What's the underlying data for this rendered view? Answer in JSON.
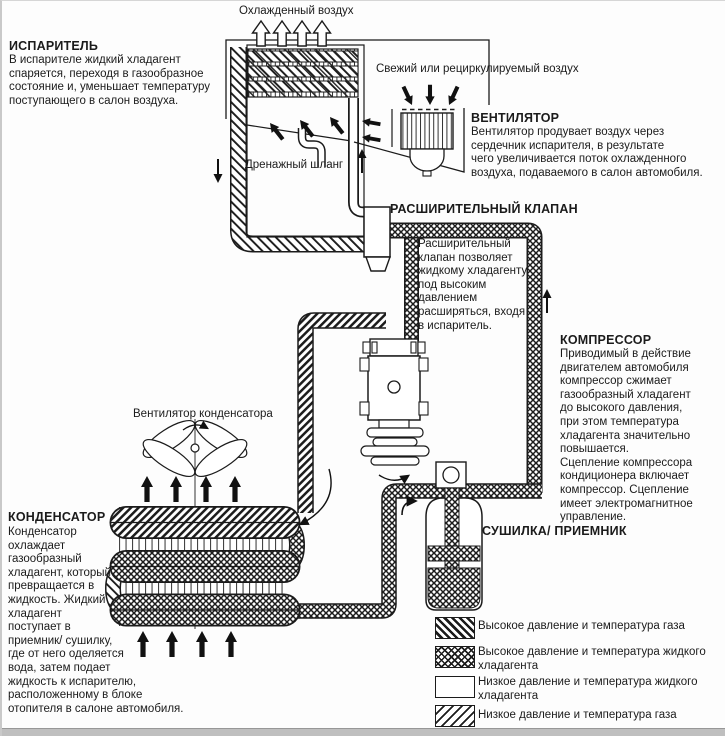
{
  "diagram": {
    "labels": {
      "cooled_air": "Охлажденный воздух",
      "fresh_air": "Свежий или рециркулируемый воздух",
      "drain_hose": "Дренажный шланг",
      "condenser_fan": "Вентилятор конденсатора"
    },
    "sections": {
      "evaporator": {
        "title": "ИСПАРИТЕЛЬ",
        "body": "В испарителе жидкий хладагент\nспаряется, переходя в газообразное\nсостояние и, уменьшает температуру\nпоступающего в салон воздуха."
      },
      "fan": {
        "title": "ВЕНТИЛЯТОР",
        "body": "Вентилятор продувает воздух через\nсердечник испарителя, в результате\nчего увеличивается поток охлажденного\nвоздуха, подаваемого в салон автомобиля."
      },
      "expansion_valve": {
        "title": "РАСШИРИТЕЛЬНЫЙ КЛАПАН",
        "body": "Расширительный\nклапан позволяет\nжидкому хладагенту\nпод высоким\nдавлением\nрасширяться, входя\nв испаритель."
      },
      "compressor": {
        "title": "КОМПРЕССОР",
        "body": "Приводимый в действие\nдвигателем автомобиля\nкомпрессор сжимает\nгазообразный хладагент\nдо высокого давления,\nпри этом температура\nхладагента значительно\nповышается.\nСцепление компрессора\nкондиционера включает\nкомпрессор. Сцепление\nимеет электромагнитное\nуправление."
      },
      "condenser": {
        "title": "КОНДЕНСАТОР",
        "body": "Конденсатор\nохлаждает\nгазообразный\nхладагент, который\nпревращается в\nжидкость. Жидкий\nхладагент\nпоступает в\nприемник/ сушилку,\nгде от него оделяется\nвода, затем подает\nжидкость к испарителю,\nрасположенному в блоке\nотопителя в салоне автомобиля."
      },
      "dryer": {
        "title": "СУШИЛКА/ ПРИЕМНИК"
      }
    },
    "legend": {
      "items": [
        {
          "pattern": "diagonal-backslash",
          "label": "Высокое давление и температура газа"
        },
        {
          "pattern": "crosshatch",
          "label": "Высокое давление и температура жидкого\nхладагента"
        },
        {
          "pattern": "none",
          "label": "Низкое давление и температура жидкого\nхладагента"
        },
        {
          "pattern": "diagonal-slash",
          "label": "Низкое давление и температура газа"
        }
      ]
    },
    "colors": {
      "line": "#1b1b1b",
      "background": "#fdfdfd",
      "frame": "#bfbfbf"
    }
  }
}
